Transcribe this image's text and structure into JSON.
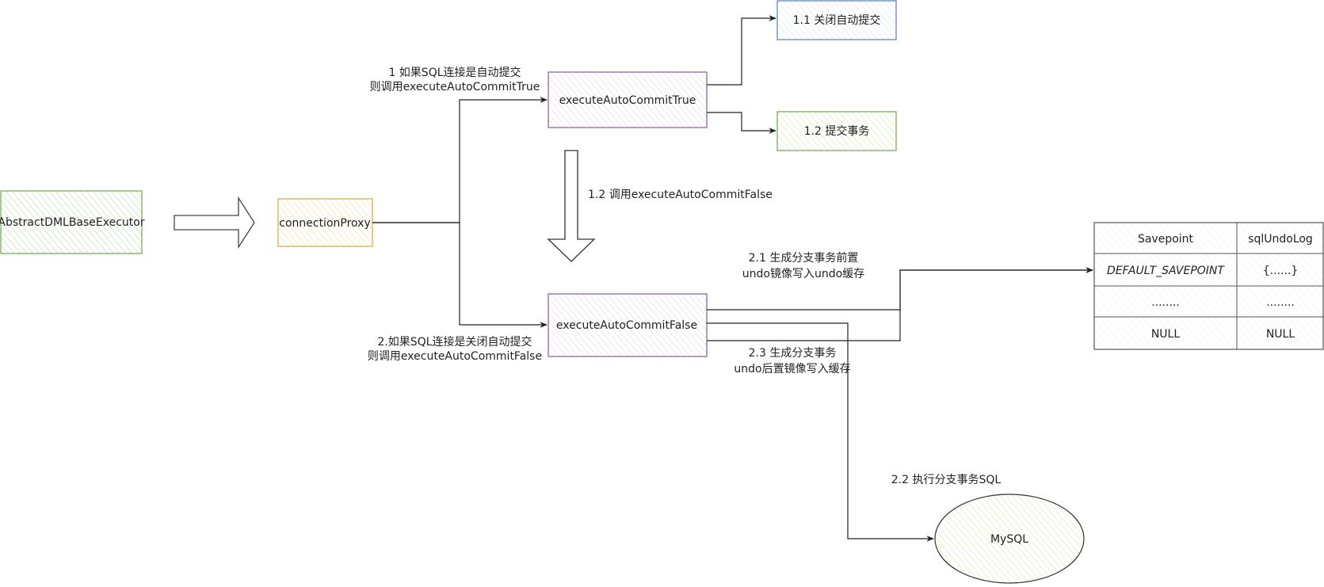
{
  "nodes": {
    "executor": "AbstractDMLBaseExecutor",
    "proxy": "connectionProxy",
    "true_exec": "executeAutoCommitTrue",
    "false_exec": "executeAutoCommitFalse",
    "close_autocommit": "1.1 关闭自动提交",
    "commit_tx": "1.2 提交事务",
    "mysql": "MySQL"
  },
  "edge_labels": {
    "autocommit_line1": "1 如果SQL连接是自动提交",
    "autocommit_line2": "则调用executeAutoCommitTrue",
    "noautocommit_line1": "2.如果SQL连接是关闭自动提交",
    "noautocommit_line2": "则调用executeAutoCommitFalse",
    "call_false": "1.2 调用executeAutoCommitFalse",
    "before_image_line1": "2.1 生成分支事务前置",
    "before_image_line2": "undo镜像写入undo缓存",
    "after_image_line1": "2.3 生成分支事务",
    "after_image_line2": "undo后置镜像写入缓存",
    "exec_sql": "2.2 执行分支事务SQL"
  },
  "table": {
    "headers": [
      "Savepoint",
      "sqlUndoLog"
    ],
    "rows": [
      [
        "DEFAULT_SAVEPOINT",
        "{......}"
      ],
      [
        "........",
        "........"
      ],
      [
        "NULL",
        "NULL"
      ]
    ]
  },
  "colors": {
    "green_stroke": "#82b366",
    "green_fill": "#d5e8d4",
    "orange_stroke": "#d6b656",
    "orange_fill": "#fff2cc",
    "purple_stroke": "#9673a6",
    "purple_fill": "#e1d5e7",
    "blue_stroke": "#6c8ebf",
    "blue_fill": "#dae8fc",
    "lime_fill": "#cdeb8b",
    "edge": "#222222"
  }
}
